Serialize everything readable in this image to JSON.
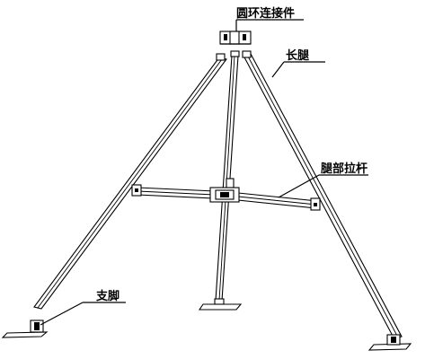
{
  "labels": {
    "ring_connector": "圆环连接件",
    "long_leg": "长腿",
    "leg_brace": "腿部拉杆",
    "foot": "支脚"
  }
}
